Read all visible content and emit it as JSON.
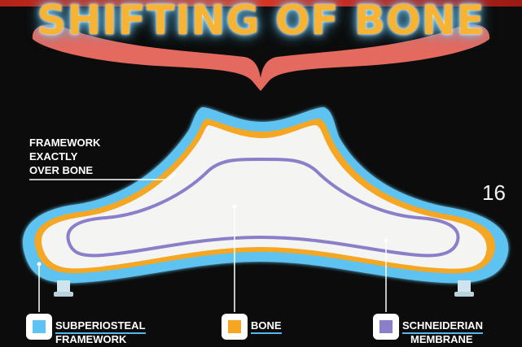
{
  "title": "SHIFTING OF BONE",
  "side_label": [
    "FRAMEWORK",
    "EXACTLY",
    "OVER BONE"
  ],
  "page_number": "16",
  "legend": [
    {
      "lines": [
        "SUBPERIOSTEAL",
        "FRAMEWORK"
      ],
      "color": "#5ec3f2"
    },
    {
      "lines": [
        "BONE"
      ],
      "color": "#f5a623"
    },
    {
      "lines": [
        "SCHNEIDERIAN",
        "MEMBRANE"
      ],
      "color": "#8a7fc8"
    }
  ],
  "colors": {
    "background": "#0b0c0b",
    "title": "#f7b334",
    "brace": "#e46a5f",
    "framework": "#5ec3f2",
    "bone": "#f5a623",
    "membrane": "#8a7fc8",
    "fill": "#f4f4f2"
  }
}
